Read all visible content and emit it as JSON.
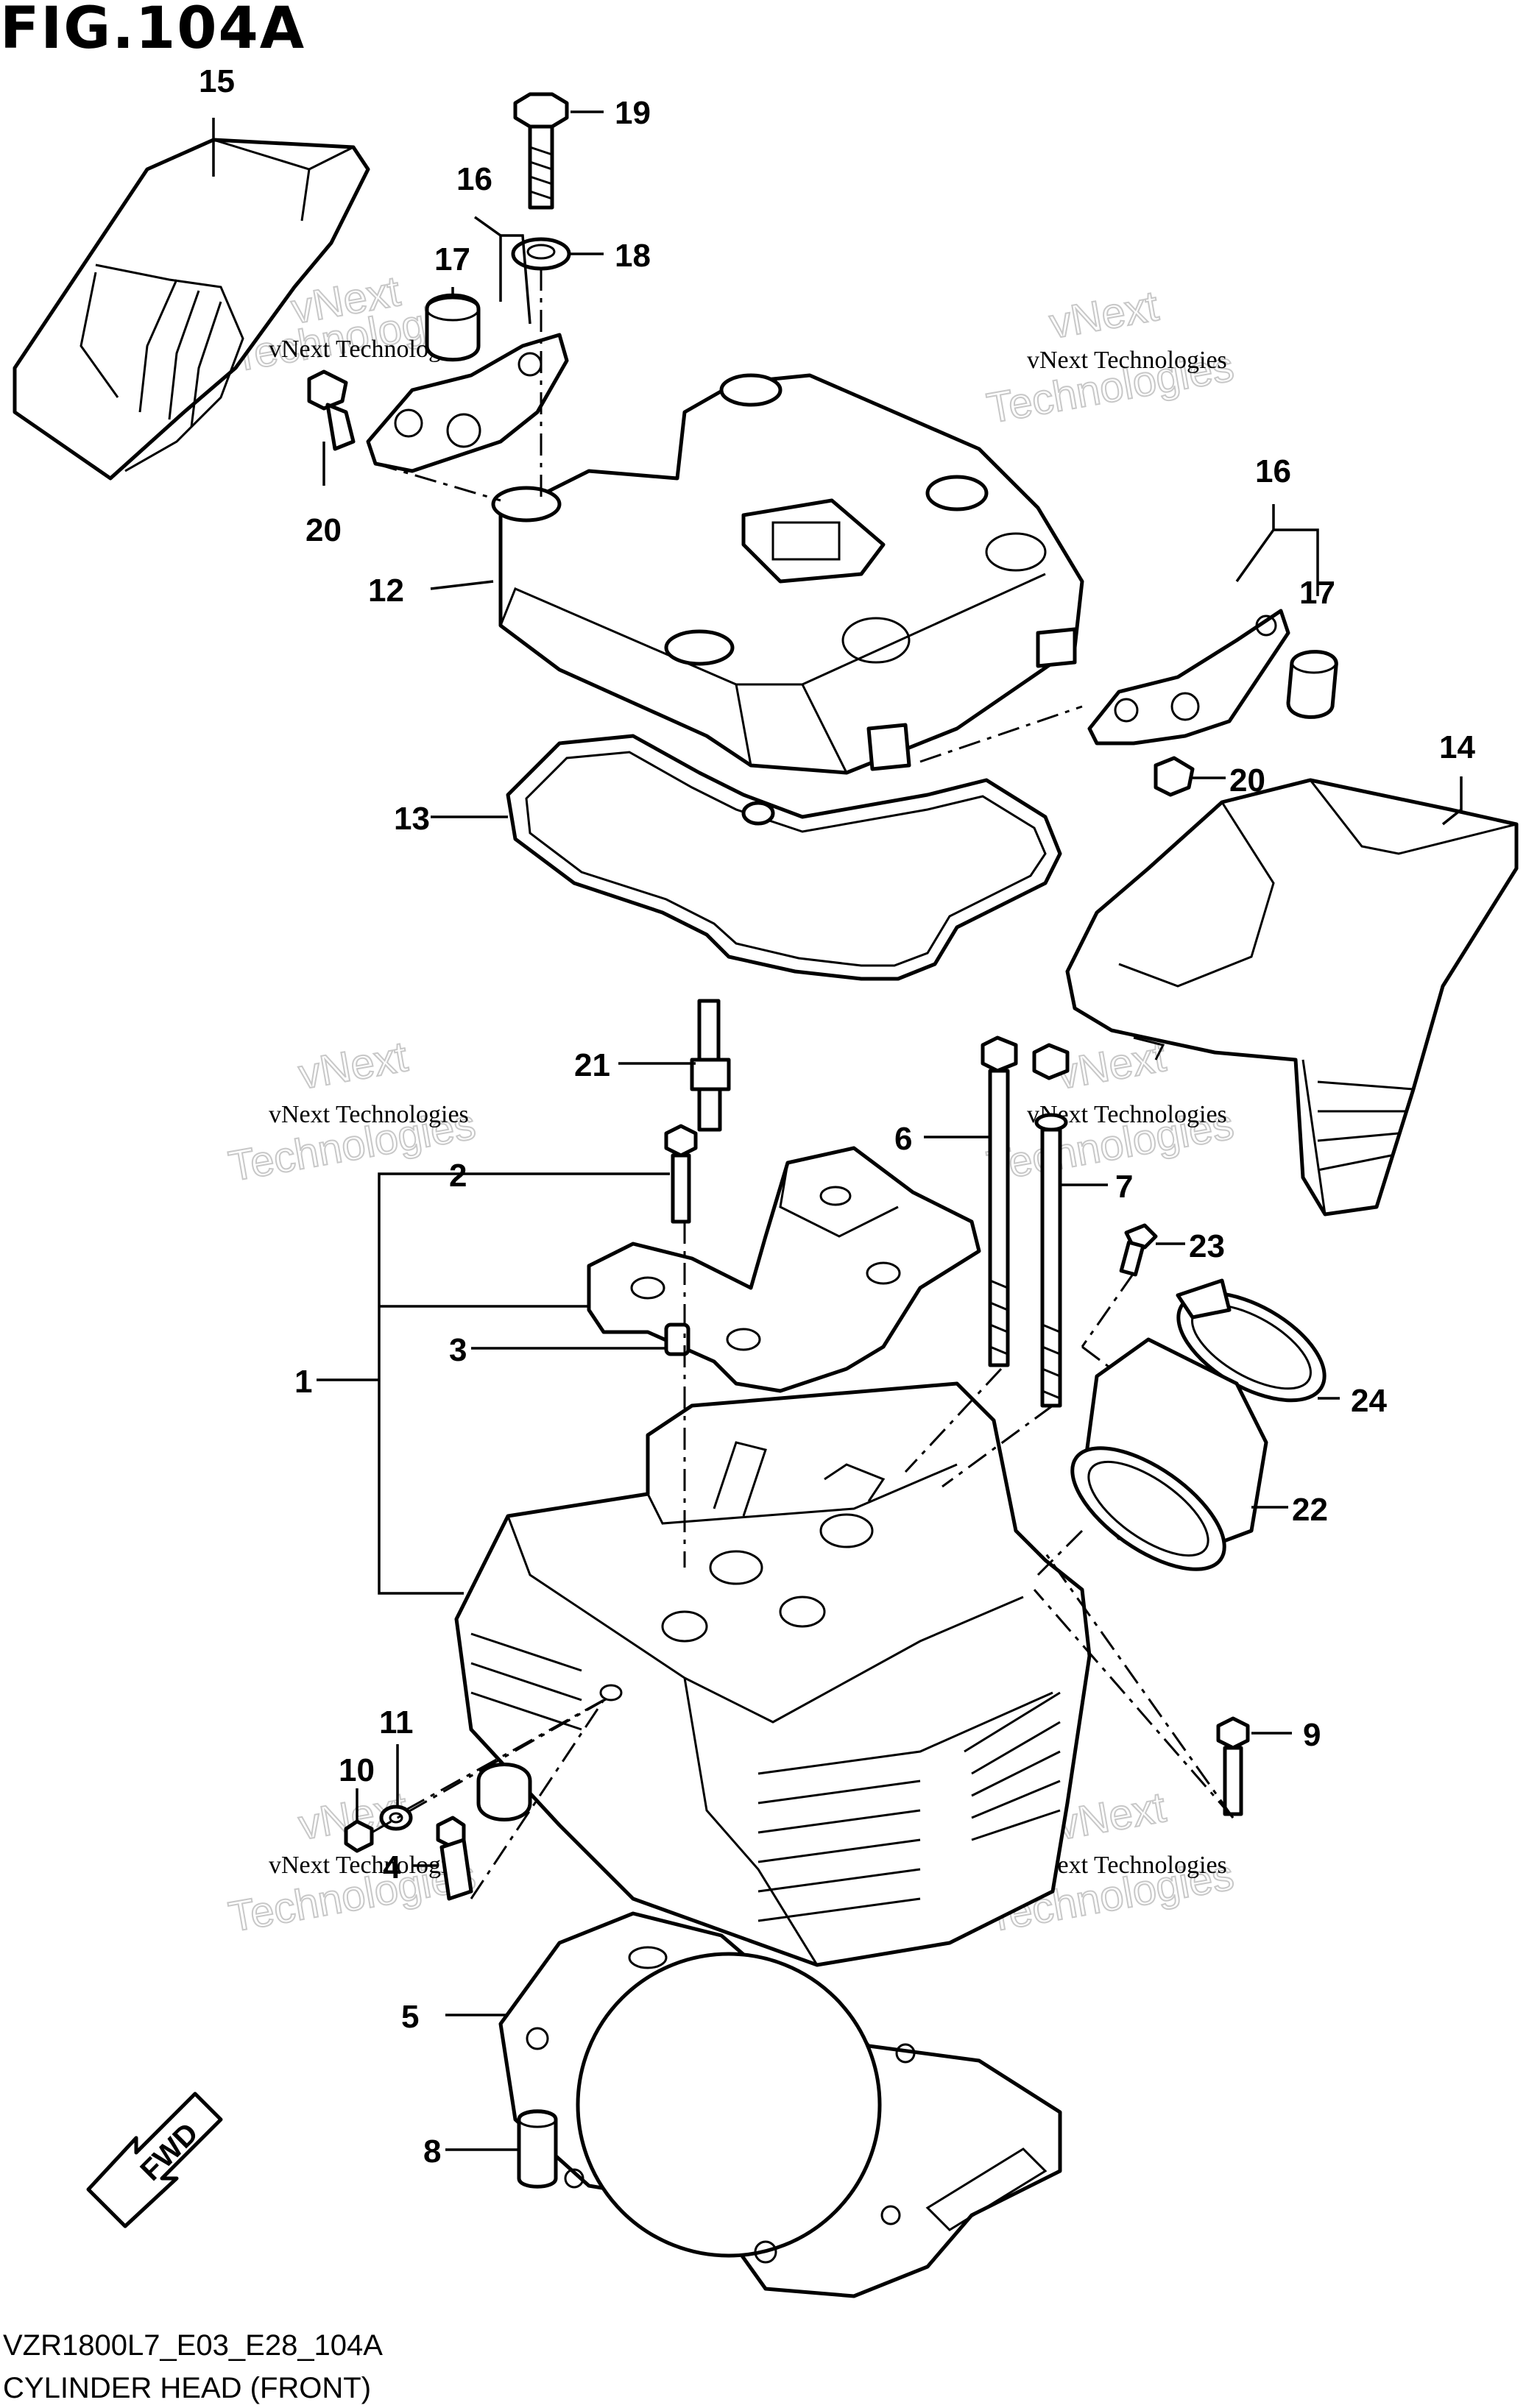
{
  "figure": {
    "title": "FIG.104A",
    "code": "VZR1800L7_E03_E28_104A",
    "name": "CYLINDER HEAD (FRONT)"
  },
  "callouts": [
    "1",
    "2",
    "3",
    "4",
    "5",
    "6",
    "7",
    "8",
    "9",
    "10",
    "11",
    "12",
    "13",
    "14",
    "15",
    "16",
    "17",
    "18",
    "19",
    "20",
    "21",
    "22",
    "23",
    "24"
  ],
  "watermark": {
    "line1": "vNext Technologies",
    "line2": "vNext",
    "line3": "Technologies"
  },
  "fwd_label": "FWD",
  "colors": {
    "ink": "#000000",
    "paper": "#ffffff",
    "watermark": "#c8c8c8"
  }
}
